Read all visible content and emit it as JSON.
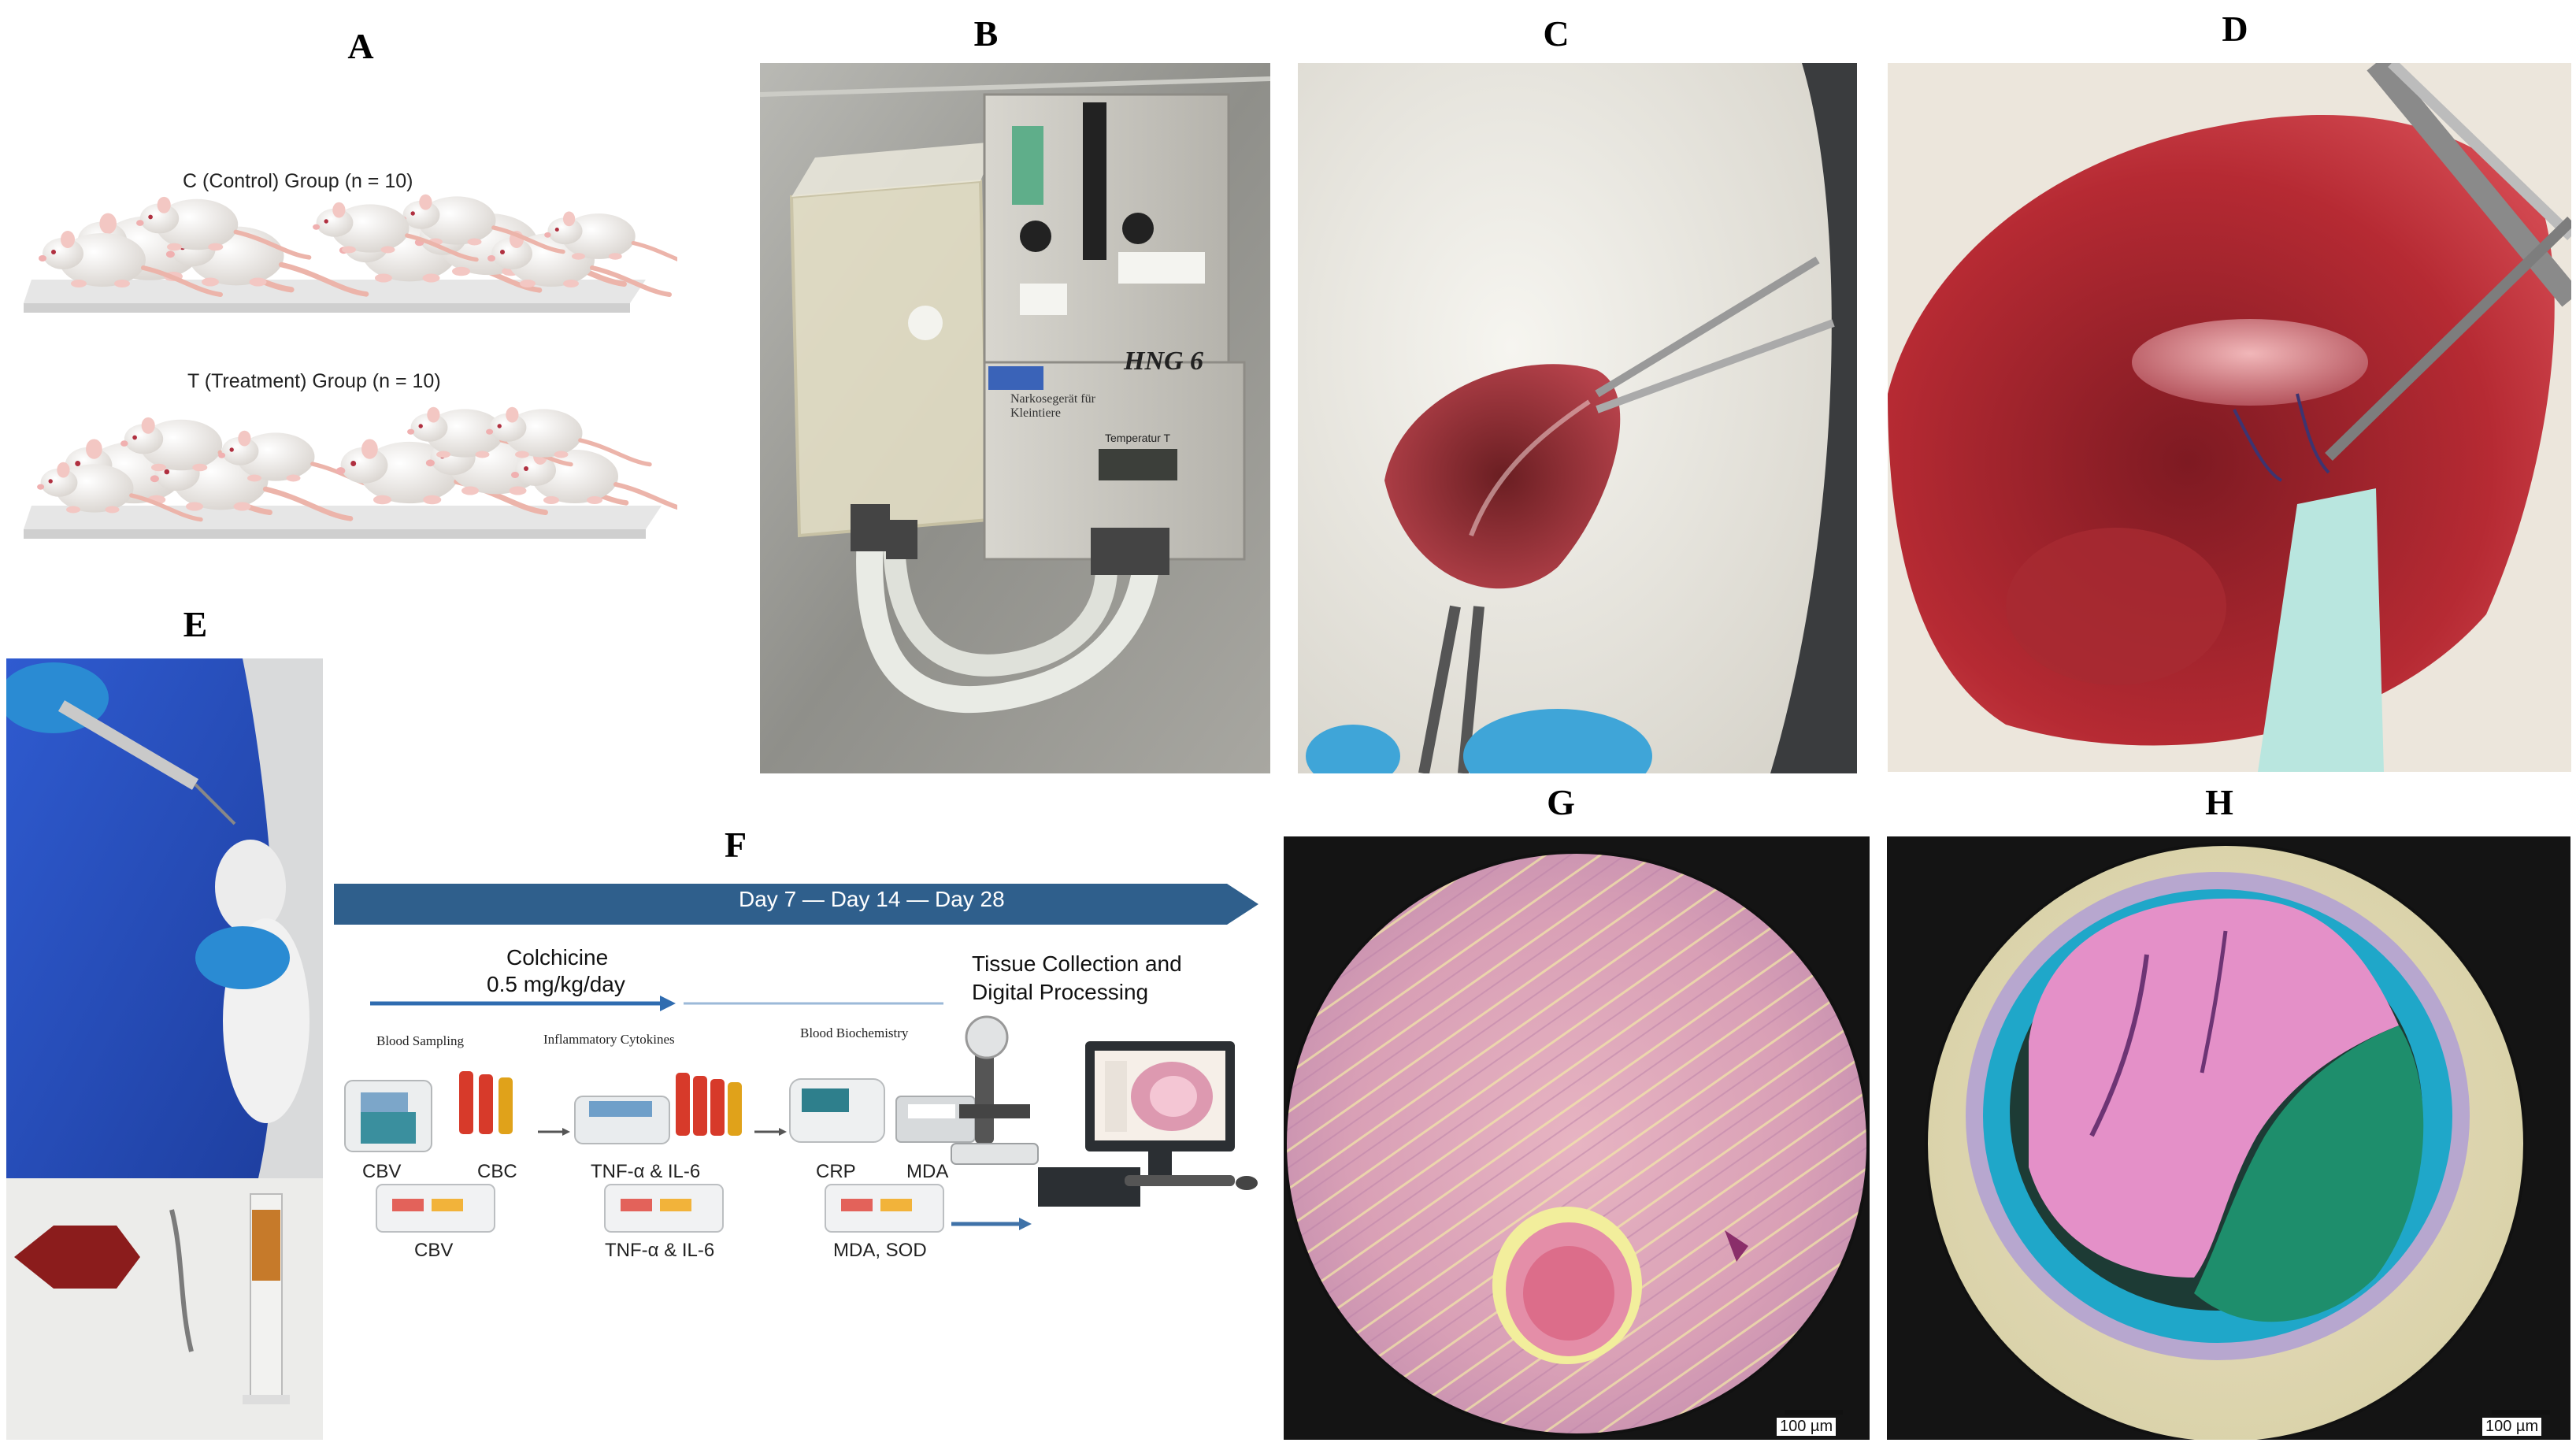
{
  "figure": {
    "panel_labels": {
      "a": "A",
      "b": "B",
      "c": "C",
      "d": "D",
      "e": "E",
      "f": "F",
      "g": "G",
      "h": "H"
    },
    "panel_a": {
      "control_group": "C (Control) Group (n = 10)",
      "treatment_group": "T (Treatment) Group (n = 10)"
    },
    "panel_b": {
      "device_model": "HNG 6",
      "device_text": "Narkosegerät für Kleintiere",
      "display_label": "Temperatur T"
    },
    "panel_f": {
      "timeline": "Day 7 — Day 14 — Day 28",
      "drug": "Colchicine",
      "dose": "0.5 mg/kg/day",
      "tissue_collection": "Tissue Collection and",
      "digital_processing": "Digital Processing",
      "step_blood_sampling": "Blood Sampling",
      "step_inflammatory_cytokines": "Inflammatory Cytokines",
      "step_blood_biochemistry": "Blood Biochemistry",
      "label_cbv_1": "CBV",
      "label_cbc": "CBC",
      "label_cbv_2": "CBV",
      "label_tnf_1": "TNF-α & IL-6",
      "label_tnf_2": "TNF-α & IL-6",
      "label_crp": "CRP",
      "label_mda": "MDA",
      "label_mda_sod": "MDA, SOD"
    },
    "panel_g": {
      "scale_bar": "100 µm"
    },
    "panel_h": {
      "scale_bar": "100 µm"
    }
  }
}
